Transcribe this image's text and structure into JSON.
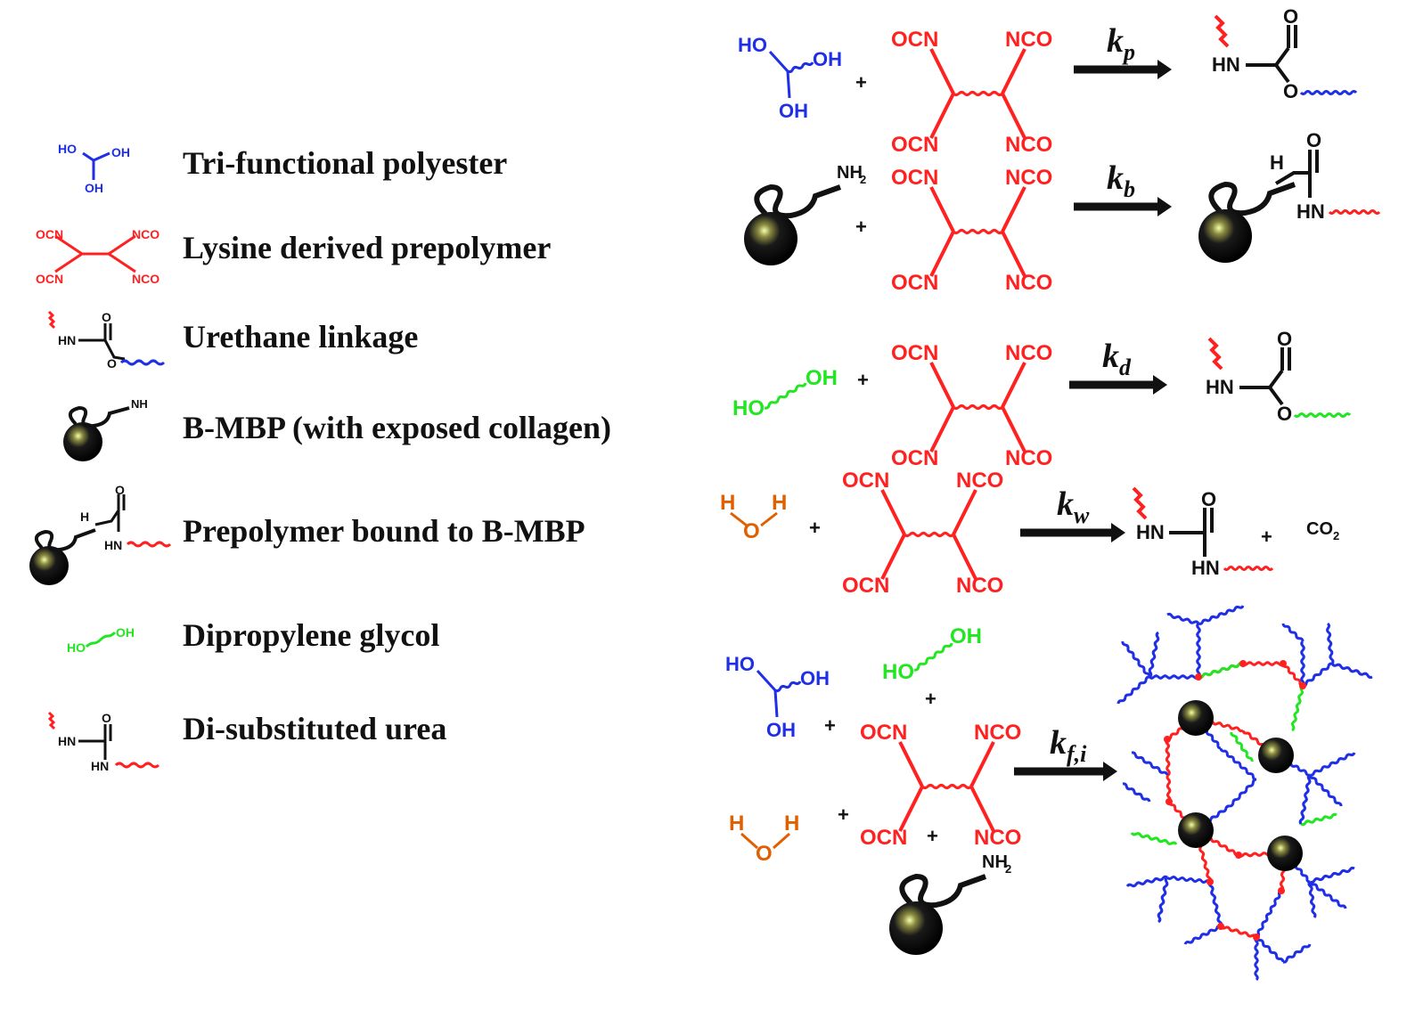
{
  "colors": {
    "polyester": "#1f2fe6",
    "prepolymer": "#ff2020",
    "glycol": "#22e622",
    "water": "#e06000",
    "ink": "#111111"
  },
  "legend": [
    {
      "label": "Tri-functional polyester",
      "icon": "polyester-icon"
    },
    {
      "label": "Lysine derived prepolymer",
      "icon": "prepolymer-icon"
    },
    {
      "label": "Urethane linkage",
      "icon": "urethane-icon"
    },
    {
      "label": "B-MBP (with exposed collagen)",
      "icon": "bmbp-icon"
    },
    {
      "label": "Prepolymer bound to B-MBP",
      "icon": "bound-prepolymer-icon"
    },
    {
      "label": "Dipropylene glycol",
      "icon": "glycol-icon"
    },
    {
      "label": "Di-substituted urea",
      "icon": "urea-icon"
    }
  ],
  "chem": {
    "ho": "HO",
    "oh": "OH",
    "ocn": "OCN",
    "nco": "NCO",
    "hn": "HN",
    "h": "H",
    "o": "O",
    "nh2": "NH",
    "nh2_sub": "2",
    "co2": "CO",
    "co2_sub": "2",
    "plus": "+"
  },
  "rates": [
    {
      "k": "k",
      "sub": "p"
    },
    {
      "k": "k",
      "sub": "b"
    },
    {
      "k": "k",
      "sub": "d"
    },
    {
      "k": "k",
      "sub": "w"
    },
    {
      "k": "k",
      "sub": "f,i"
    }
  ]
}
